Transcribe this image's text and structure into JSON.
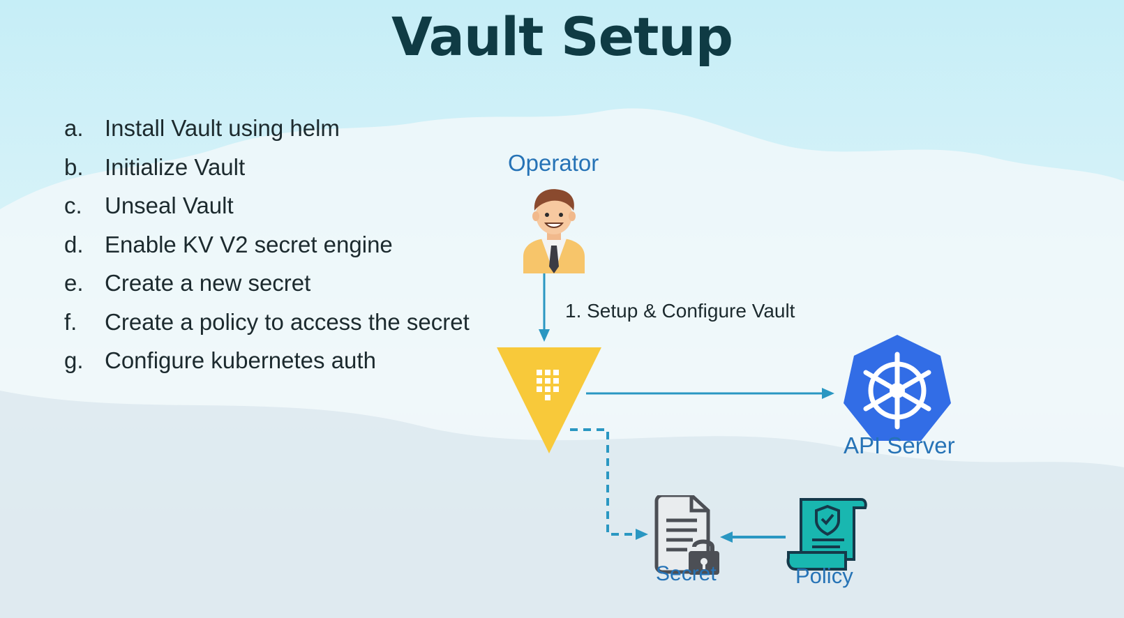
{
  "title": "Vault Setup",
  "steps": [
    {
      "marker": "a.",
      "text": "Install Vault using helm"
    },
    {
      "marker": "b.",
      "text": "Initialize Vault"
    },
    {
      "marker": "c.",
      "text": "Unseal Vault"
    },
    {
      "marker": "d.",
      "text": "Enable KV V2 secret engine"
    },
    {
      "marker": "e.",
      "text": "Create a new secret"
    },
    {
      "marker": "f.",
      "text": "Create a policy to access the secret"
    },
    {
      "marker": "g.",
      "text": "Configure kubernetes auth"
    }
  ],
  "diagram": {
    "operator_label": "Operator",
    "edge_label": "1. Setup & Configure Vault",
    "api_server_label": "API Server",
    "secret_label": "Secret",
    "policy_label": "Policy",
    "icons": [
      "operator-avatar-icon",
      "vault-triangle-icon",
      "kubernetes-helm-icon",
      "secret-document-lock-icon",
      "policy-scroll-shield-icon"
    ]
  },
  "colors": {
    "title": "#0f3b44",
    "accent_blue": "#2673b6",
    "arrow": "#2a97c2",
    "vault_yellow": "#f8c93a",
    "kubernetes_blue": "#326de6",
    "policy_teal": "#19b7b0"
  }
}
